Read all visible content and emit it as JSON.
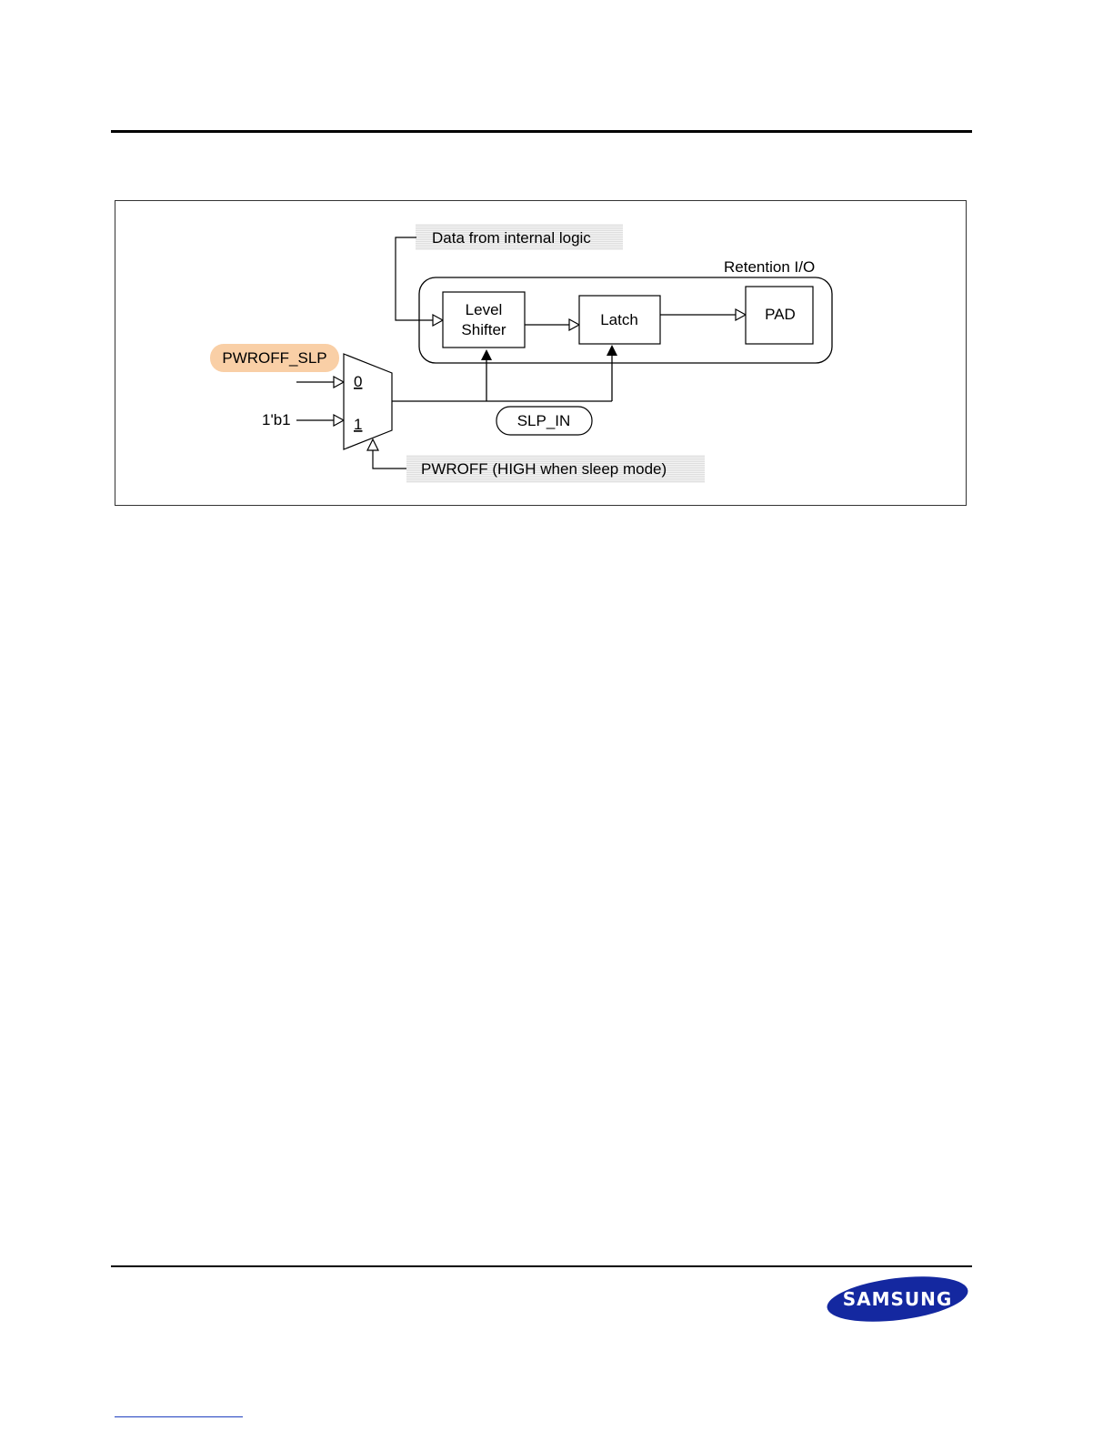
{
  "diagram": {
    "labels": {
      "data_from_internal_logic": "Data from internal logic",
      "retention_io": "Retention I/O",
      "level_shifter_line1": "Level",
      "level_shifter_line2": "Shifter",
      "latch": "Latch",
      "pad": "PAD",
      "pwroff_slp": "PWROFF_SLP",
      "one_b1": "1'b1",
      "mux_input_0": "0",
      "mux_input_1": "1",
      "slp_in": "SLP_IN",
      "pwroff_note": "PWROFF (HIGH when sleep mode)"
    },
    "colors": {
      "highlight": "#f9cfa6",
      "shaded_label": "#efefef",
      "line": "#000000"
    }
  },
  "footer": {
    "logo_text": "SAMSUNG",
    "logo_color": "#1428a0"
  }
}
